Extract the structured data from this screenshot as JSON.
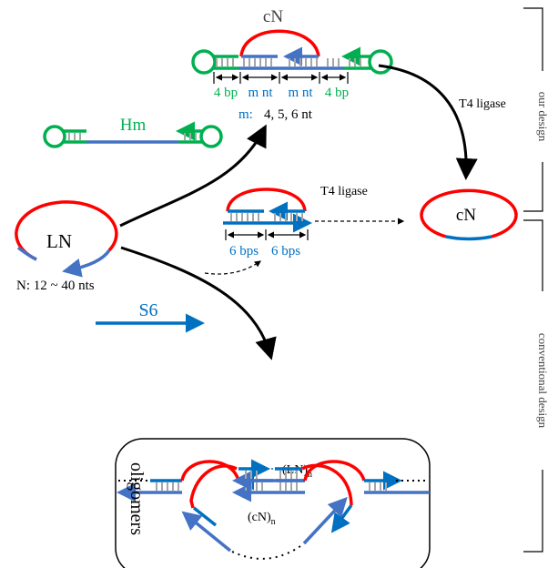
{
  "labels": {
    "cn_top": "cN",
    "dim_4bp_left": "4 bp",
    "dim_mnt_left": "m nt",
    "dim_mnt_right": "m nt",
    "dim_4bp_right": "4 bp",
    "m_prefix": "m:",
    "m_values": "4, 5, 6 nt",
    "hm": "Hm",
    "ln": "LN",
    "n_range": "N:  12 ~ 40 nts",
    "s6": "S6",
    "bps_left": "6 bps",
    "bps_right": "6 bps",
    "t4_ligase_middle": "T4 ligase",
    "t4_ligase_right": "T4 ligase",
    "cn_right": "cN",
    "our_design": "our design",
    "conventional_design": "conventional design",
    "ln_n": "(LN)",
    "ln_n_sub": "n",
    "cn_n": "(cN)",
    "cn_n_sub": "n",
    "oligomers": "oligomers"
  },
  "colors": {
    "red": "#ff0000",
    "blue": "#4472c4",
    "dark_blue": "#0070c0",
    "green": "#00b050",
    "rung": "#a6a6a6"
  }
}
